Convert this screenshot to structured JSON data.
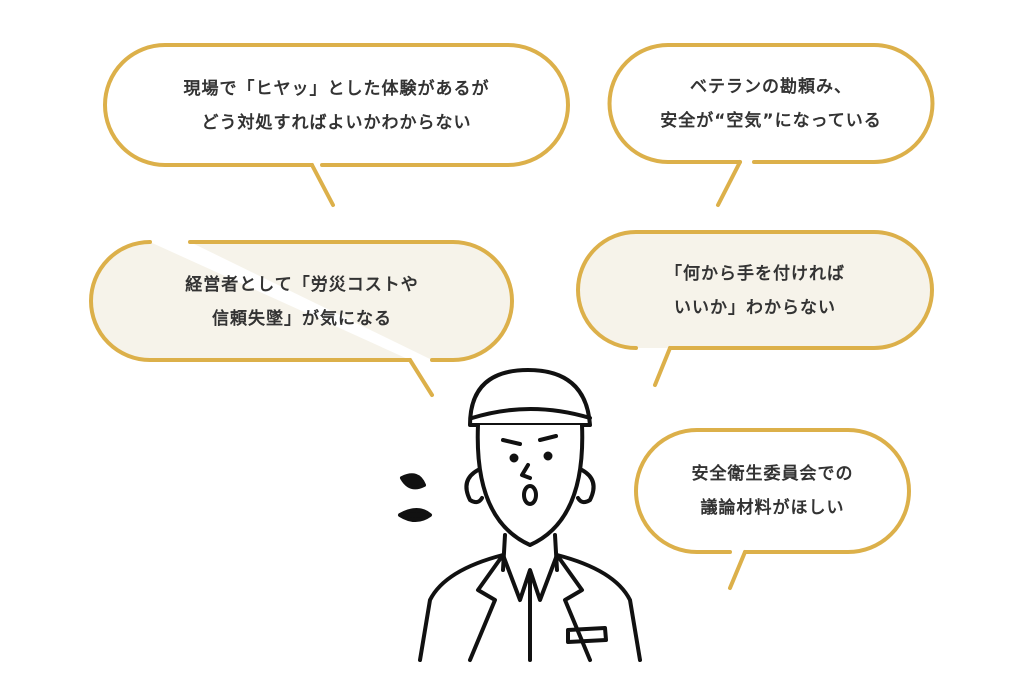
{
  "accent_color": "#dcb04a",
  "bubbles": [
    {
      "lines": [
        "現場で「ヒヤッ」とした体験があるが",
        "どう対処すればよいかわからない"
      ]
    },
    {
      "lines": [
        "ベテランの勘頼み、",
        "安全が“空気”になっている"
      ]
    },
    {
      "lines": [
        "経営者として「労災コストや",
        "信頼失墜」が気になる"
      ]
    },
    {
      "lines": [
        "「何から手を付ければ",
        "いいか」わからない"
      ]
    },
    {
      "lines": [
        "安全衛生委員会での",
        "議論材料がほしい"
      ]
    }
  ],
  "illustration": "worried-worker-icon"
}
